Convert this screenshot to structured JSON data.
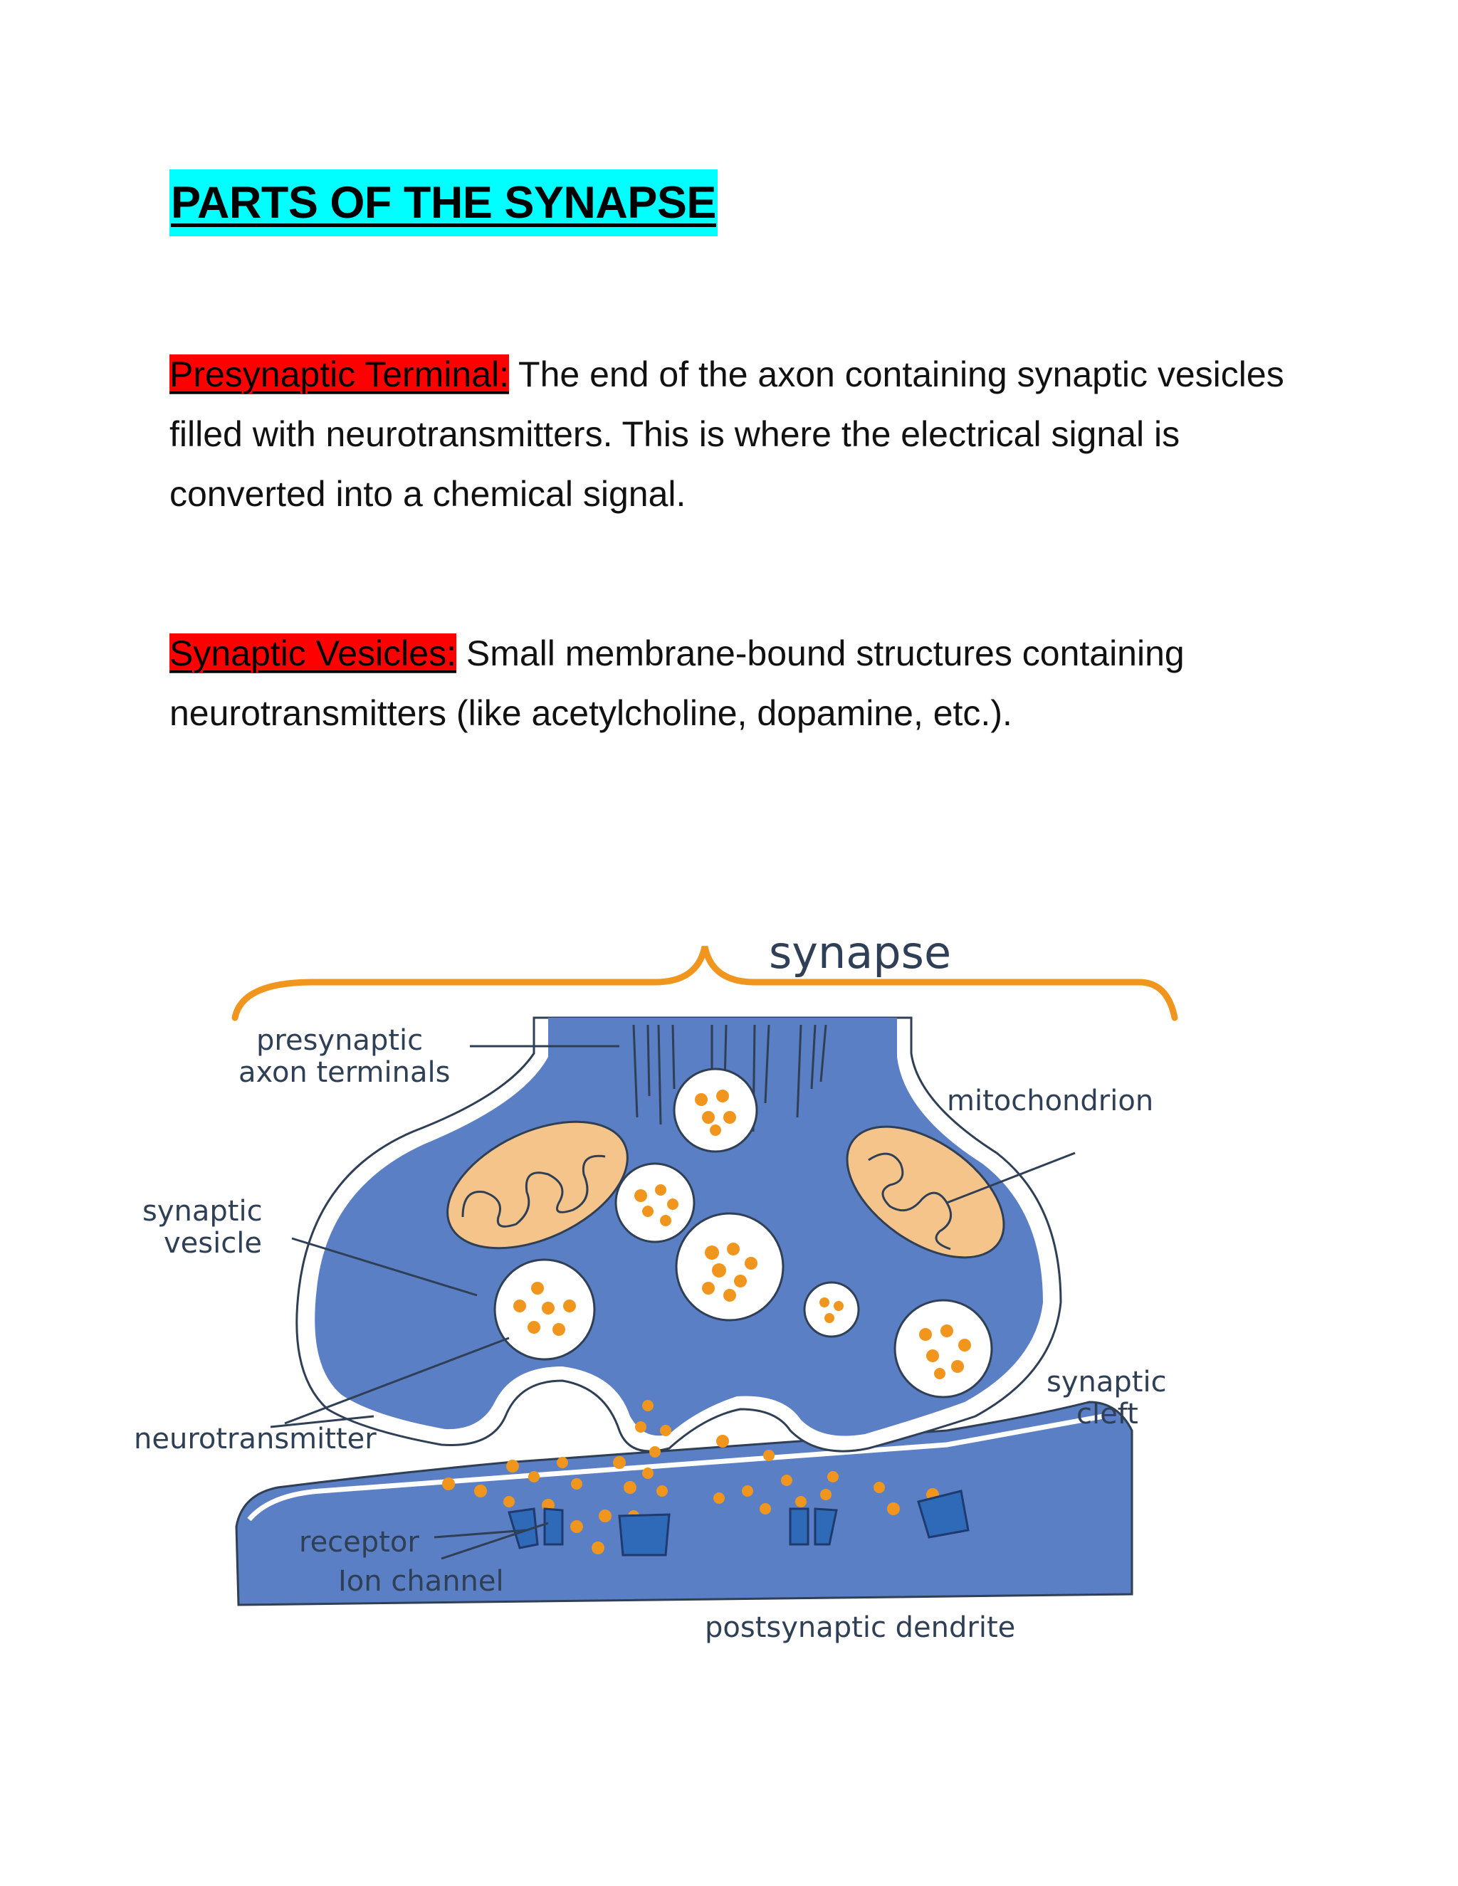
{
  "document": {
    "title": "PARTS OF THE SYNAPSE",
    "sections": [
      {
        "term": "Presynaptic Terminal:",
        "text": " The end of the axon containing synaptic vesicles filled with neurotransmitters. This is where the electrical signal is converted into a chemical signal."
      },
      {
        "term": "Synaptic Vesicles:",
        "text": " Small membrane-bound structures containing neurotransmitters (like acetylcholine, dopamine, etc.)."
      }
    ],
    "colors": {
      "title_highlight": "#00ffff",
      "term_highlight": "#ff0000",
      "membrane_blue": "#5b7fc4",
      "neurotransmitter_orange": "#f0961e",
      "mitochondrion_fill": "#f5c48a",
      "brace_orange": "#f0961e"
    }
  },
  "diagram": {
    "header": "synapse",
    "labels": {
      "presynaptic_line1": "presynaptic",
      "presynaptic_line2": "axon terminals",
      "mitochondrion": "mitochondrion",
      "vesicle_line1": "synaptic",
      "vesicle_line2": "vesicle",
      "neurotransmitter": "neurotransmitter",
      "cleft_line1": "synaptic",
      "cleft_line2": "cleft",
      "receptor": "receptor",
      "ion_channel": "Ion channel",
      "postsynaptic": "postsynaptic dendrite"
    }
  }
}
